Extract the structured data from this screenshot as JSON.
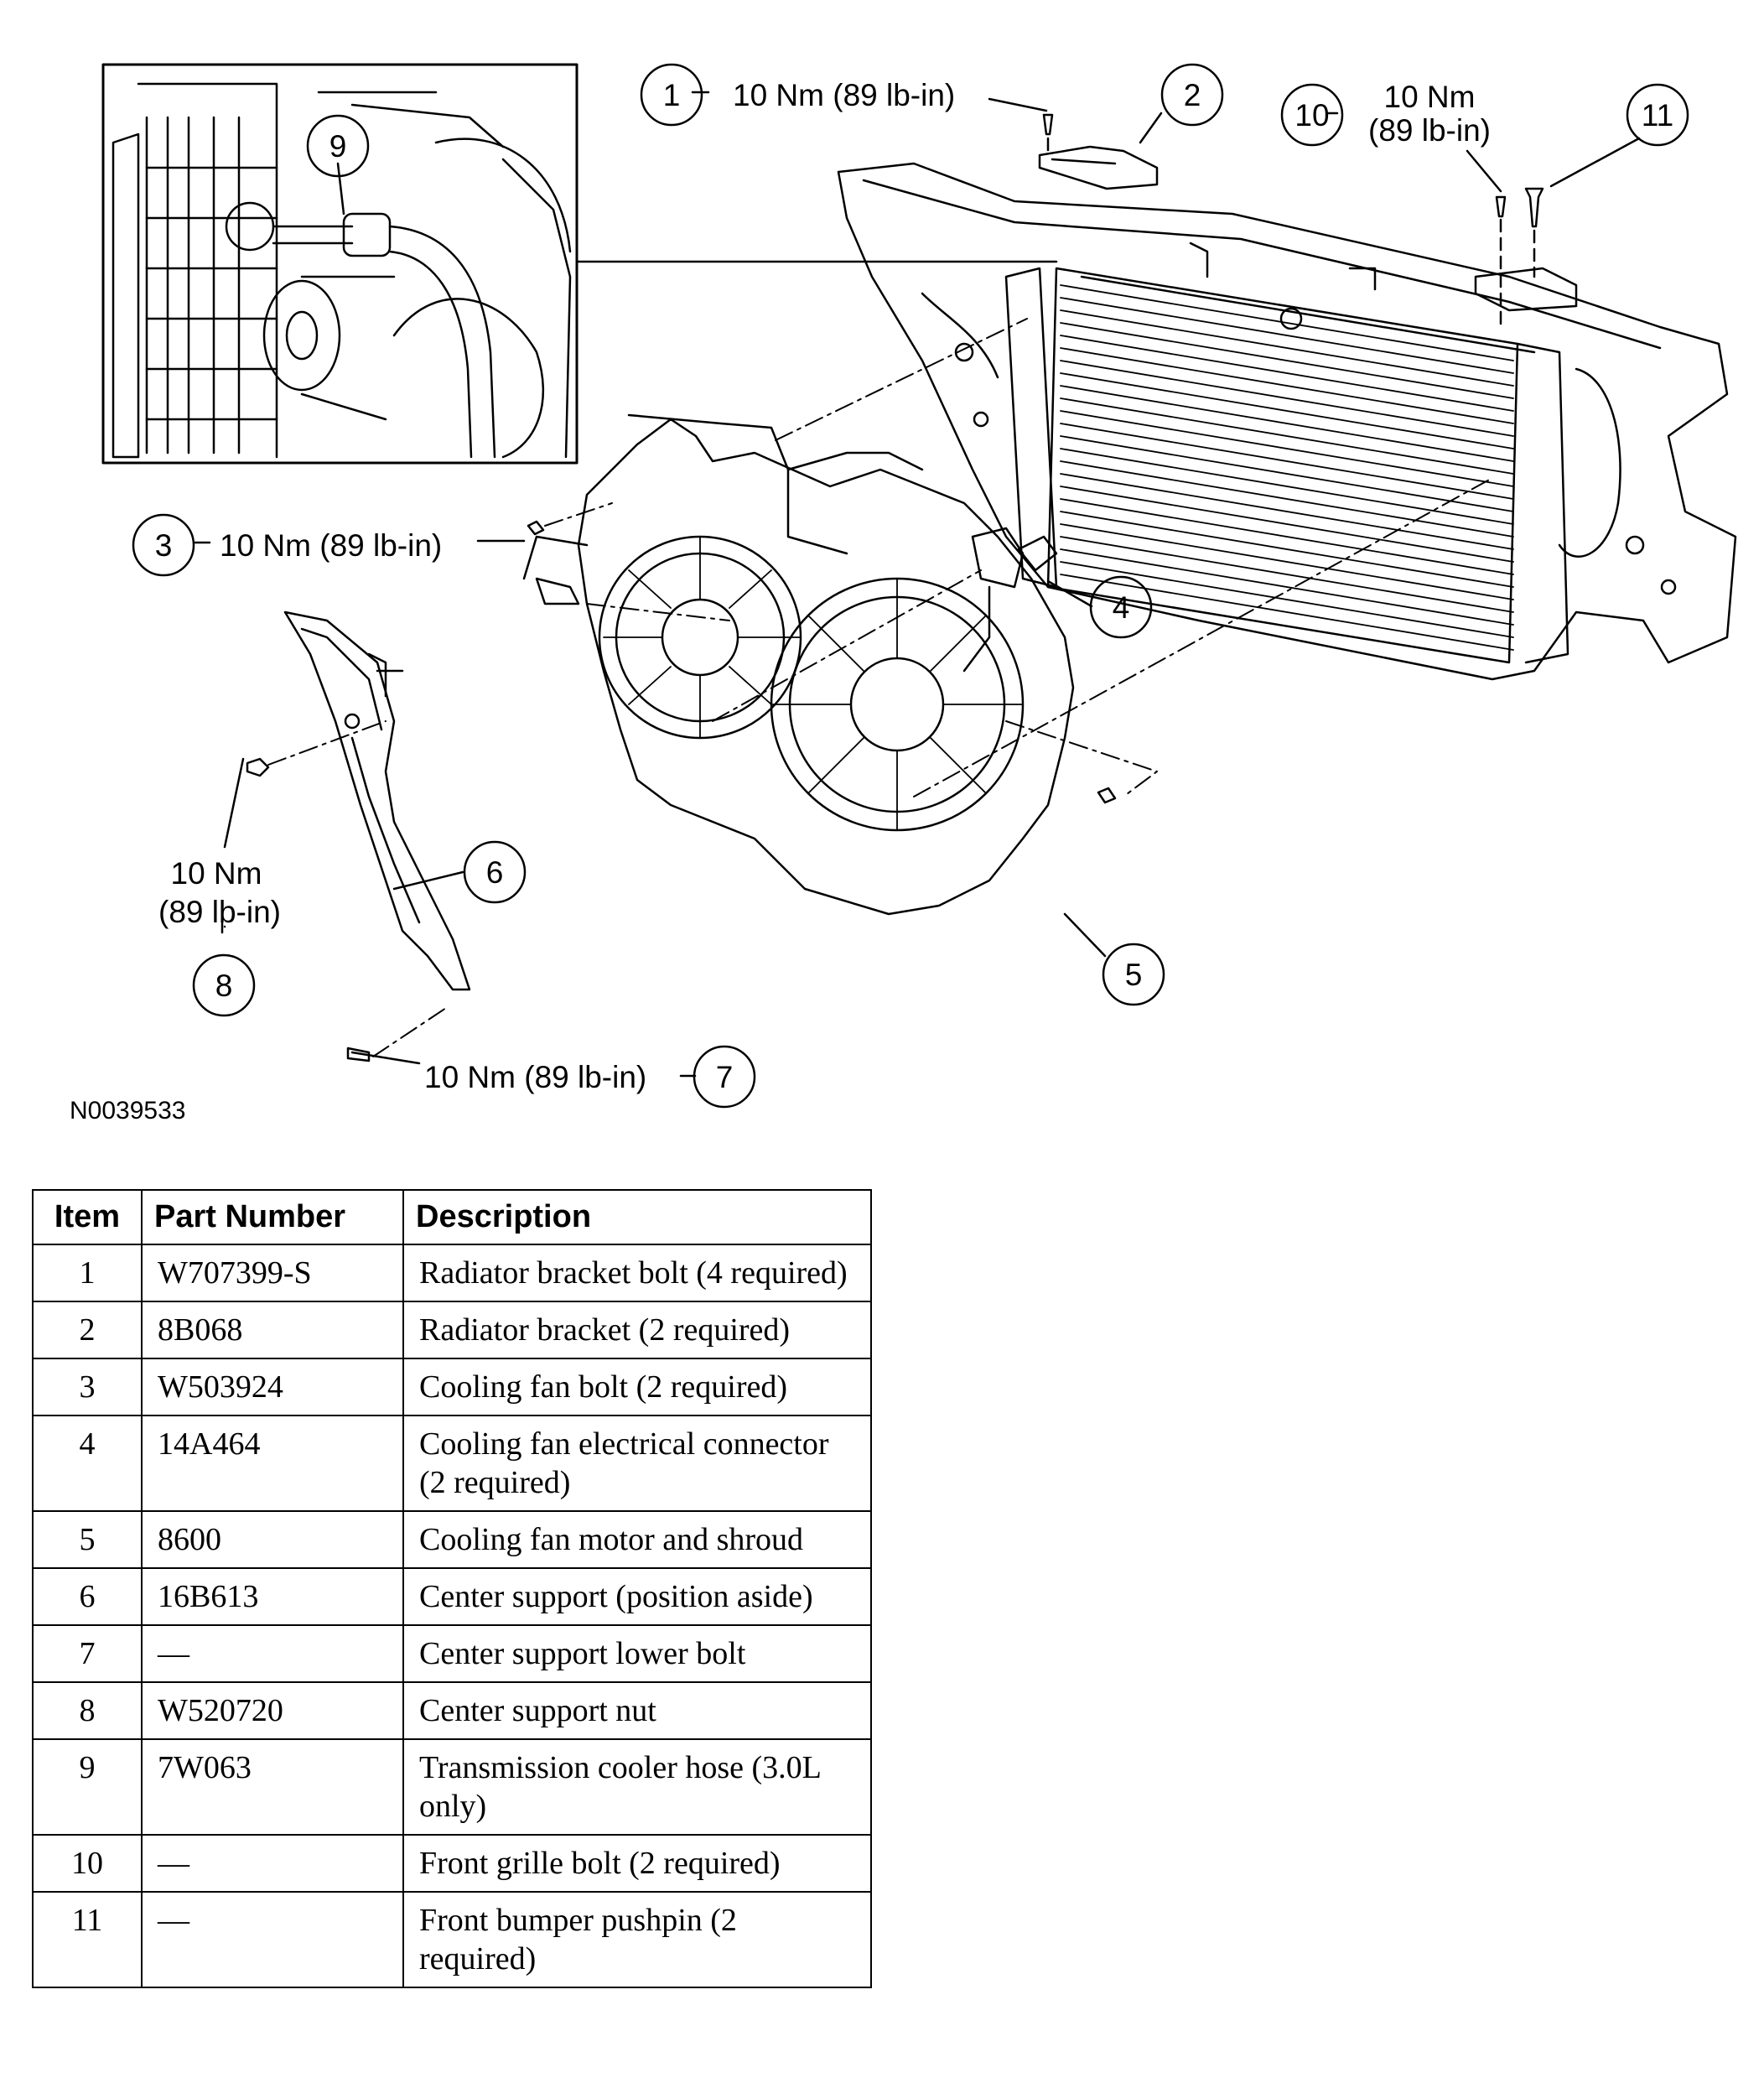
{
  "figure_id": "N0039533",
  "callouts": {
    "c1": {
      "num": "1",
      "torque": "10 Nm (89 lb-in)"
    },
    "c2": {
      "num": "2"
    },
    "c3": {
      "num": "3",
      "torque": "10 Nm (89 lb-in)"
    },
    "c4": {
      "num": "4"
    },
    "c5": {
      "num": "5"
    },
    "c6": {
      "num": "6"
    },
    "c7": {
      "num": "7",
      "torque": "10 Nm (89 lb-in)"
    },
    "c8": {
      "num": "8",
      "torque_line1": "10 Nm",
      "torque_line2": "(89 lb-in)"
    },
    "c9": {
      "num": "9"
    },
    "c10": {
      "num": "10",
      "torque_line1": "10 Nm",
      "torque_line2": "(89 lb-in)"
    },
    "c11": {
      "num": "11"
    }
  },
  "table": {
    "headers": {
      "item": "Item",
      "part_number": "Part Number",
      "description": "Description"
    },
    "rows": [
      {
        "item": "1",
        "part": "W707399-S",
        "desc": "Radiator bracket bolt (4 required)"
      },
      {
        "item": "2",
        "part": "8B068",
        "desc": "Radiator bracket (2 required)"
      },
      {
        "item": "3",
        "part": "W503924",
        "desc": "Cooling fan bolt (2 required)"
      },
      {
        "item": "4",
        "part": "14A464",
        "desc": "Cooling fan electrical connector (2 required)"
      },
      {
        "item": "5",
        "part": "8600",
        "desc": "Cooling fan motor and shroud"
      },
      {
        "item": "6",
        "part": "16B613",
        "desc": "Center support (position aside)"
      },
      {
        "item": "7",
        "part": "—",
        "desc": "Center support lower bolt"
      },
      {
        "item": "8",
        "part": "W520720",
        "desc": "Center support nut"
      },
      {
        "item": "9",
        "part": "7W063",
        "desc": "Transmission cooler hose (3.0L only)"
      },
      {
        "item": "10",
        "part": "—",
        "desc": "Front grille bolt (2 required)"
      },
      {
        "item": "11",
        "part": "—",
        "desc": "Front bumper pushpin (2 required)"
      }
    ]
  }
}
